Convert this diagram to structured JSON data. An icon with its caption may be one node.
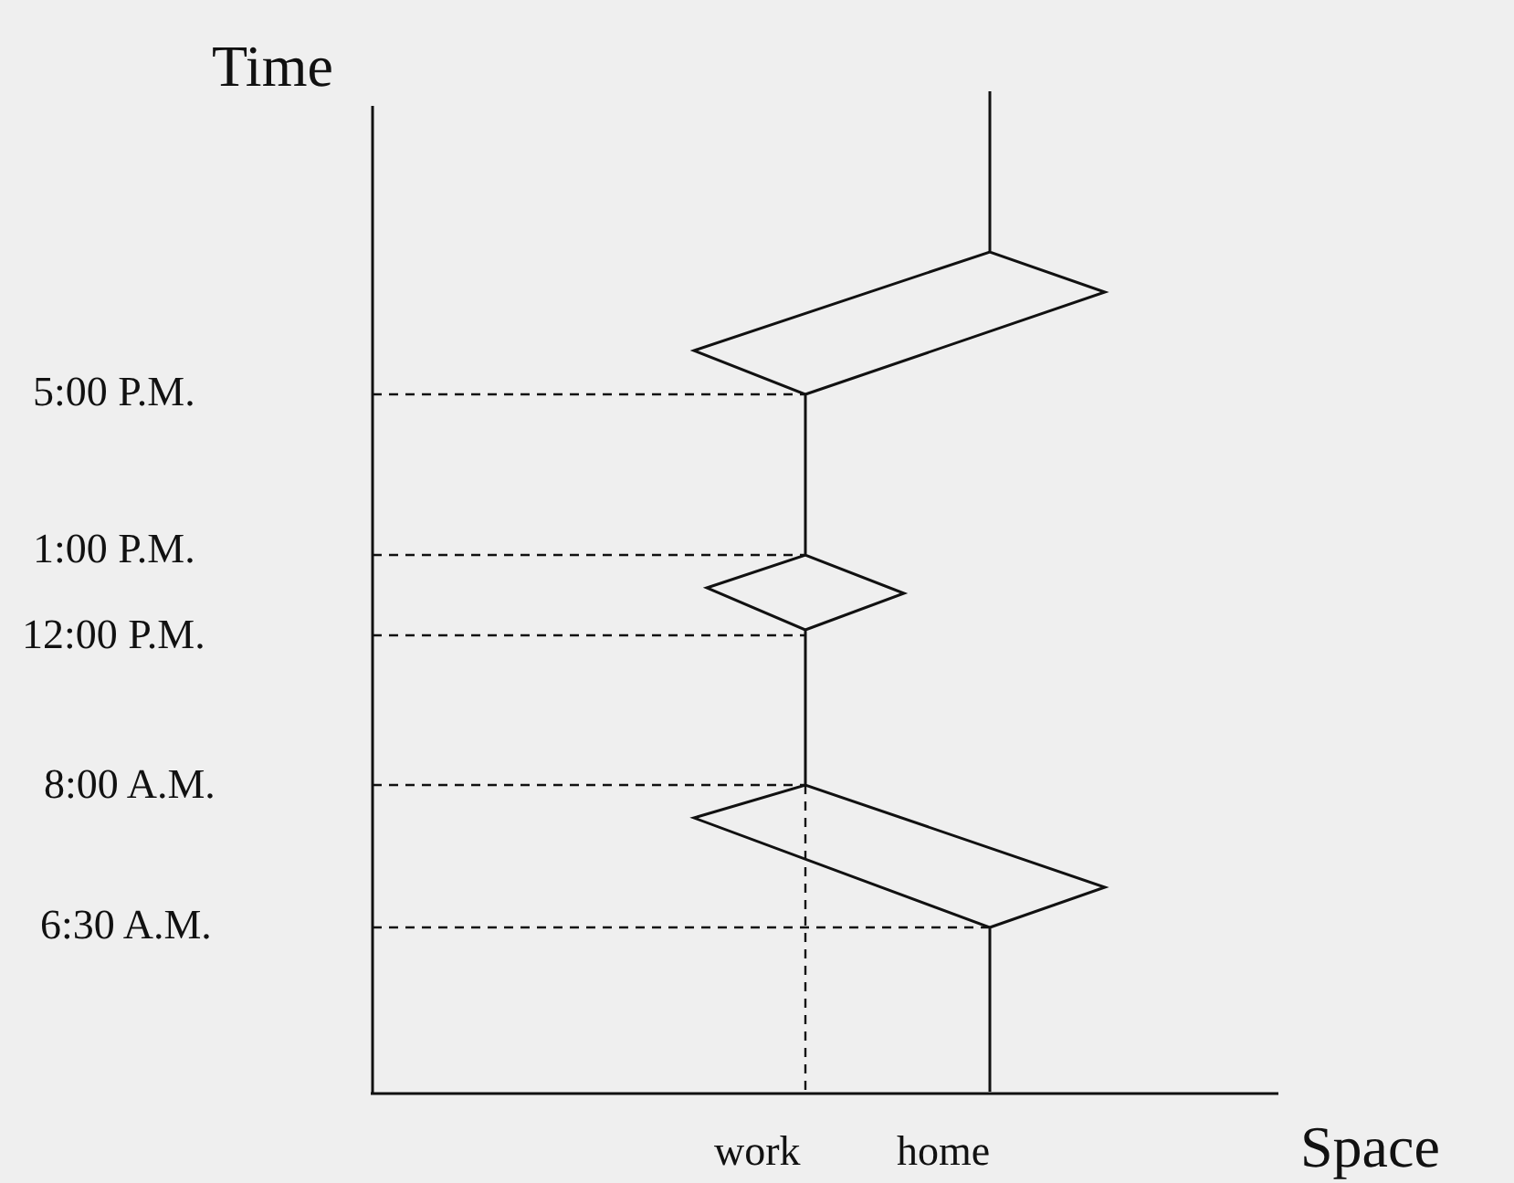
{
  "diagram": {
    "labels": [
      "Time",
      "5:00 P.M.",
      "1:00 P.M.",
      "12:00 P.M.",
      "8:00 A.M.",
      "6:30 A.M.",
      "work",
      "home",
      "Space"
    ]
  }
}
